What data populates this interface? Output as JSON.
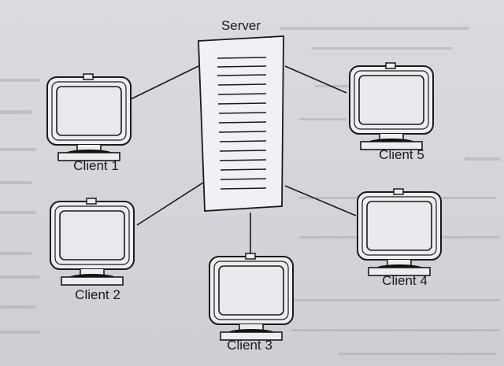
{
  "diagram": {
    "server_label": "Server",
    "clients": [
      {
        "label": "Client 1"
      },
      {
        "label": "Client 2"
      },
      {
        "label": "Client 3"
      },
      {
        "label": "Client 4"
      },
      {
        "label": "Client 5"
      }
    ]
  },
  "colors": {
    "ink": "#1a1a1a",
    "paper": "#d9d7dc",
    "screen": "#e9e8ec",
    "bleed_through": "#a9a7ad"
  }
}
